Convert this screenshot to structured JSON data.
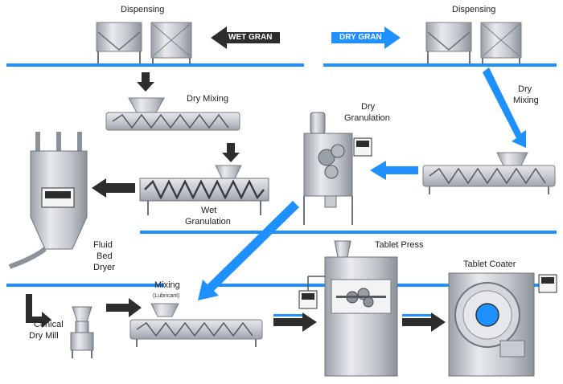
{
  "labels": {
    "dispensing_left": "Dispensing",
    "dispensing_right": "Dispensing",
    "wet_gran": "WET GRAN",
    "dry_gran": "DRY GRAN",
    "dry_mixing_left": "Dry Mixing",
    "dry_mixing_right_1": "Dry",
    "dry_mixing_right_2": "Mixing",
    "dry_granulation_1": "Dry",
    "dry_granulation_2": "Granulation",
    "wet_granulation_1": "Wet",
    "wet_granulation_2": "Granulation",
    "fluid_bed_dryer_1": "Fluid",
    "fluid_bed_dryer_2": "Bed",
    "fluid_bed_dryer_3": "Dryer",
    "mixing": "Mixing",
    "lubricant": "(Lubricant)",
    "conical_dry_mill_1": "Conical",
    "conical_dry_mill_2": "Dry Mill",
    "tablet_press": "Tablet Press",
    "tablet_coater": "Tablet Coater"
  },
  "colors": {
    "flow_line": "#1e90ff",
    "wet_arrow": "#2d2d2d",
    "dry_arrow": "#1e90ff",
    "equipment": "#c8ccd2",
    "equipment_dark": "#8a9098"
  }
}
